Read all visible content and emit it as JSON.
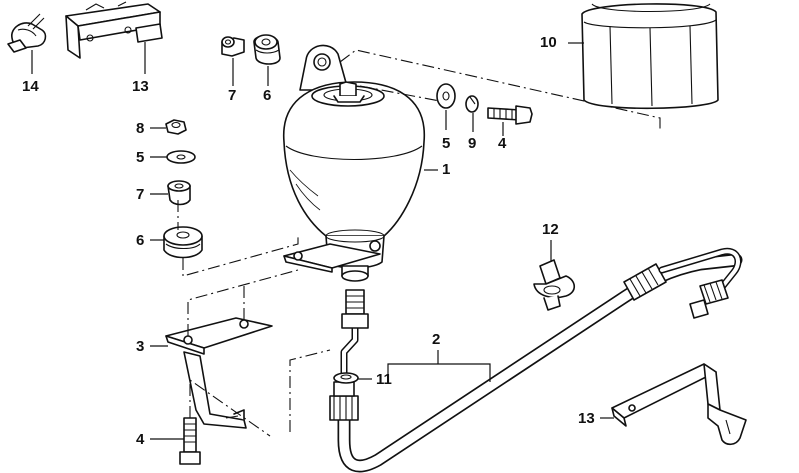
{
  "callouts": {
    "c1": "1",
    "c2": "2",
    "c3": "3",
    "c4_bracket": "4",
    "c4_right": "4",
    "c5_left": "5",
    "c5_right": "5",
    "c6_left": "6",
    "c6_top": "6",
    "c7_left": "7",
    "c7_top": "7",
    "c8": "8",
    "c9": "9",
    "c10": "10",
    "c11": "11",
    "c12": "12",
    "c13_top": "13",
    "c13_bottom": "13",
    "c14": "14"
  },
  "colors": {
    "line": "#111111",
    "background": "#ffffff"
  }
}
